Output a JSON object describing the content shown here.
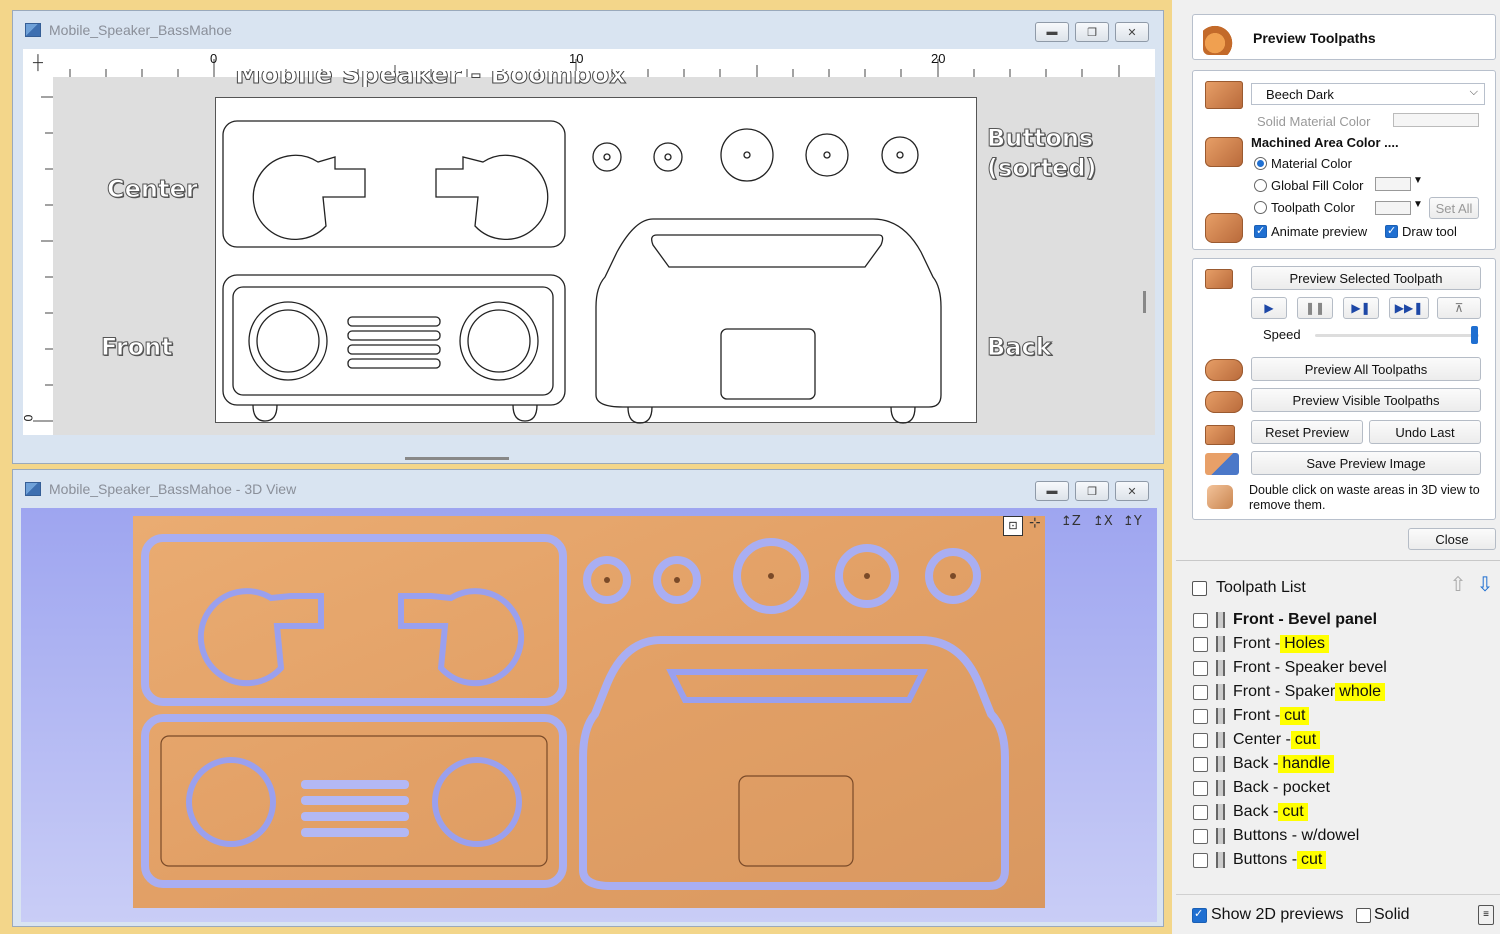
{
  "window_2d": {
    "title": "Mobile_Speaker_BassMahoe",
    "ruler_ticks": [
      "0",
      "10",
      "20"
    ],
    "ruler_v_zero": "0",
    "sheet_title_partial": "Mobile Speaker - Boombox",
    "labels": {
      "center": "Center",
      "front": "Front",
      "buttons": "Buttons\n(sorted)",
      "back": "Back"
    }
  },
  "window_3d": {
    "title": "Mobile_Speaker_BassMahoe - 3D View",
    "axis_icons": [
      "fit-view-icon",
      "iso-view-icon",
      "z-view-icon",
      "x-view-icon",
      "y-view-icon"
    ]
  },
  "preview_panel": {
    "header": "Preview Toolpaths",
    "material": {
      "selected": "Beech Dark",
      "solid_material_color_label": "Solid Material Color",
      "machined_area_label": "Machined Area Color ....",
      "options": [
        "Material Color",
        "Global Fill Color",
        "Toolpath Color"
      ],
      "selected_option": "Material Color",
      "set_all": "Set All",
      "animate_preview": "Animate preview",
      "draw_tool": "Draw tool"
    },
    "controls": {
      "preview_selected": "Preview Selected Toolpath",
      "speed_label": "Speed",
      "speed_value": 1.0,
      "preview_all": "Preview All Toolpaths",
      "preview_visible": "Preview Visible Toolpaths",
      "reset_preview": "Reset Preview",
      "undo_last": "Undo Last",
      "save_preview_image": "Save Preview Image",
      "hint": "Double click on waste areas in 3D view to remove them.",
      "close": "Close"
    }
  },
  "toolpath_list": {
    "title": "Toolpath List",
    "items": [
      {
        "prefix": "Front - Bevel panel",
        "highlight": ""
      },
      {
        "prefix": "Front - ",
        "highlight": "Holes"
      },
      {
        "prefix": "Front - Speaker bevel",
        "highlight": ""
      },
      {
        "prefix": "Front - Spaker ",
        "highlight": "whole"
      },
      {
        "prefix": "Front - ",
        "highlight": "cut"
      },
      {
        "prefix": "Center - ",
        "highlight": "cut"
      },
      {
        "prefix": "Back - ",
        "highlight": "handle"
      },
      {
        "prefix": "Back - pocket",
        "highlight": ""
      },
      {
        "prefix": "Back - ",
        "highlight": "cut"
      },
      {
        "prefix": "Buttons - w/dowel",
        "highlight": ""
      },
      {
        "prefix": "Buttons - ",
        "highlight": "cut"
      }
    ],
    "show_2d_previews": "Show 2D previews",
    "solid": "Solid"
  },
  "colors": {
    "accent": "#1f6fd1",
    "highlight": "#ffff00",
    "wood": "#e3a56c",
    "sky": "#b6bbf3",
    "frame": "#e8c36b"
  }
}
